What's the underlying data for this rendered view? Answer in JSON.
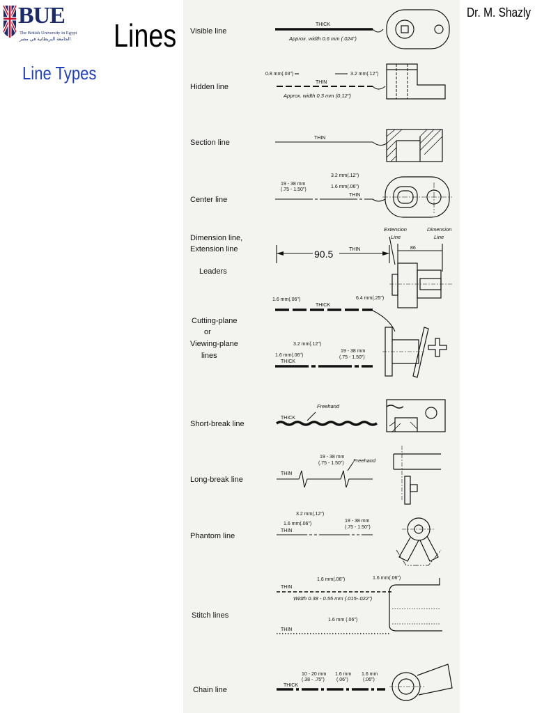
{
  "header": {
    "logo_text": "BUE",
    "logo_subtitle_en": "The British University in Egypt",
    "logo_subtitle_ar": "الجامعة البريطانية في مصر",
    "title": "Lines",
    "subtitle": "Line Types",
    "author": "Dr. M. Shazly"
  },
  "colors": {
    "title": "#000000",
    "subtitle": "#1f3fbf",
    "logo": "#1a2a6c",
    "figure_bg": "#f3f3ef"
  },
  "figure": {
    "labels": {
      "visible": "Visible line",
      "hidden": "Hidden line",
      "section": "Section line",
      "center": "Center line",
      "dimension_1": "Dimension line,",
      "dimension_2": "Extension line",
      "leaders": "Leaders",
      "cutting_1": "Cutting-plane",
      "cutting_2": "or",
      "cutting_3": "Viewing-plane",
      "cutting_4": "lines",
      "short_break": "Short-break line",
      "long_break": "Long-break line",
      "phantom": "Phantom line",
      "stitch": "Stitch lines",
      "chain": "Chain line"
    },
    "notes": {
      "thick": "THICK",
      "thin": "THIN",
      "visible_width": "Approx. width 0.6 mm (.024\")",
      "hidden_dash": "0.8 mm(.03\")",
      "hidden_len": "3.2 mm(.12\")",
      "hidden_width": "Approx. width 0.3 mm (0.12\")",
      "center_long": "19 - 38 mm",
      "center_long_in": "(.75 - 1.50\")",
      "center_gap": "3.2 mm(.12\")",
      "center_short": "1.6 mm(.06\")",
      "dim_value": "90.5",
      "extension": "Extension",
      "extension_2": "Line",
      "dimension": "Dimension",
      "dimension_2": "Line",
      "dim_86": "86",
      "cut_16": "1.6 mm(.06\")",
      "cut_64": "6.4 mm(.25\")",
      "cut_32": "3.2 mm(.12\")",
      "cut_16b": "1.6 mm(.06\")",
      "cut_long": "19 - 38 mm",
      "cut_long_in": "(.75 - 1.50\")",
      "freehand": "Freehand",
      "lb_long": "19 - 38 mm",
      "lb_long_in": "(.75 - 1.50\")",
      "ph_32": "3.2 mm(.12\")",
      "ph_16": "1.6 mm(.06\")",
      "ph_long": "19 - 38 mm",
      "ph_long_in": "(.75 - 1.50\")",
      "st_16": "1.6 mm(.06\")",
      "st_16b": "1.6 mm(.06\")",
      "st_width": "Width  0.38 - 0.55 mm (.015-.022\")",
      "st_16c": "1.6 mm (.06\")",
      "ch_1020": "10 - 20 mm",
      "ch_1020_in": "(.38 - .75\")",
      "ch_16": "1.6 mm",
      "ch_16_in": "(.06\")",
      "ch_16b": "1.6 mm",
      "ch_16b_in": "(.06\")"
    }
  }
}
